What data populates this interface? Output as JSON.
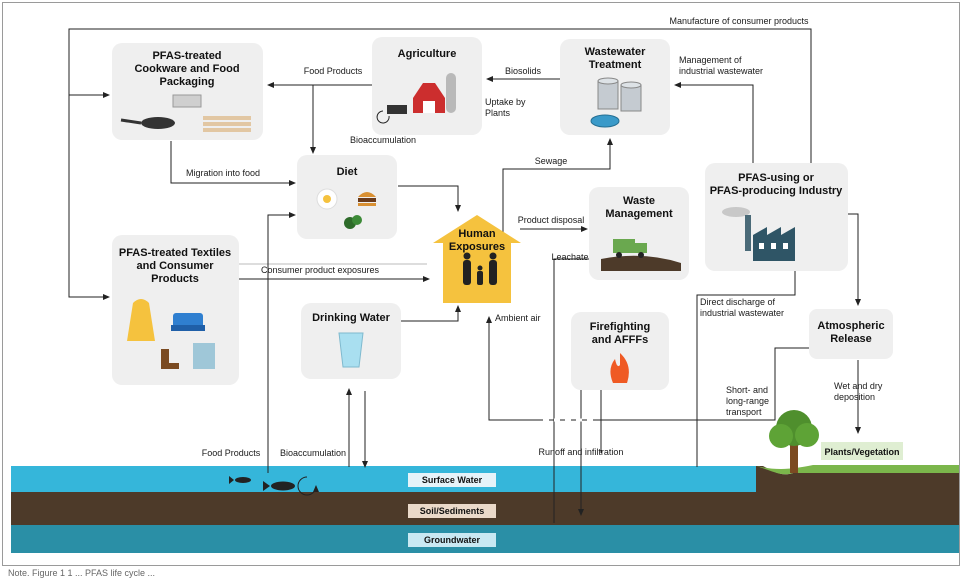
{
  "boxes": {
    "cookware": [
      "PFAS-treated",
      "Cookware and Food",
      "Packaging"
    ],
    "agriculture": [
      "Agriculture"
    ],
    "wastewater": [
      "Wastewater",
      "Treatment"
    ],
    "diet": [
      "Diet"
    ],
    "textiles": [
      "PFAS-treated Textiles",
      "and Consumer",
      "Products"
    ],
    "human": [
      "Human",
      "Exposures"
    ],
    "waste": [
      "Waste",
      "Management"
    ],
    "industry": [
      "PFAS-using or",
      "PFAS-producing Industry"
    ],
    "drinking": [
      "Drinking Water"
    ],
    "firefighting": [
      "Firefighting",
      "and AFFFs"
    ],
    "atmospheric": [
      "Atmospheric",
      "Release"
    ]
  },
  "labels": {
    "manufacture": "Manufacture of consumer products",
    "food_products_top": "Food Products",
    "biosolids": "Biosolids",
    "mgmt_wastewater": [
      "Management of",
      "industrial wastewater"
    ],
    "uptake": [
      "Uptake by",
      "Plants"
    ],
    "bioaccumulation_top": "Bioaccumulation",
    "migration": "Migration into food",
    "sewage": "Sewage",
    "product_disposal": "Product disposal",
    "leachate": "Leachate",
    "consumer_exposures": "Consumer product exposures",
    "direct_discharge": [
      "Direct discharge of",
      "industrial wastewater"
    ],
    "ambient_air": "Ambient air",
    "short_long": [
      "Short- and",
      "long-range",
      "transport"
    ],
    "wet_dry": [
      "Wet and dry",
      "deposition"
    ],
    "food_products_bottom": "Food Products",
    "bioaccumulation_bottom": "Bioaccumulation",
    "runoff": "Runoff and infiltration",
    "plants": "Plants/Vegetation"
  },
  "layers": {
    "surface": "Surface Water",
    "soil": "Soil/Sediments",
    "ground": "Groundwater"
  },
  "colors": {
    "surface": "#35b6da",
    "soil": "#4d3a29",
    "ground": "#2a8fa6",
    "house": "#f5c23e",
    "grass": "#7bb64b"
  },
  "footer": "Note. Figure 1 1 ... PFAS life cycle ... "
}
